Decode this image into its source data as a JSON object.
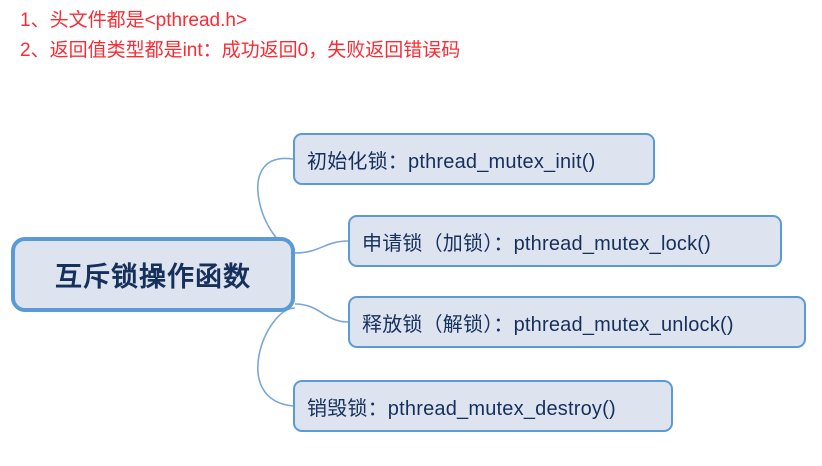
{
  "notes": [
    "1、头文件都是<pthread.h>",
    "2、返回值类型都是int：成功返回0，失败返回错误码"
  ],
  "diagram": {
    "type": "mind-map",
    "root": {
      "label": "互斥锁操作函数"
    },
    "branches": [
      {
        "label": "初始化锁：pthread_mutex_init()"
      },
      {
        "label": "申请锁（加锁）：pthread_mutex_lock()"
      },
      {
        "label": "释放锁（解锁）：pthread_mutex_unlock()"
      },
      {
        "label": "销毁锁：pthread_mutex_destroy()"
      }
    ],
    "colors": {
      "note_text": "#fc2b33",
      "node_fill": "#dde3ef",
      "node_border": "#5b9bd5",
      "node_text": "#16305c",
      "connector": "#7ba7d7",
      "background": "#ffffff"
    }
  }
}
